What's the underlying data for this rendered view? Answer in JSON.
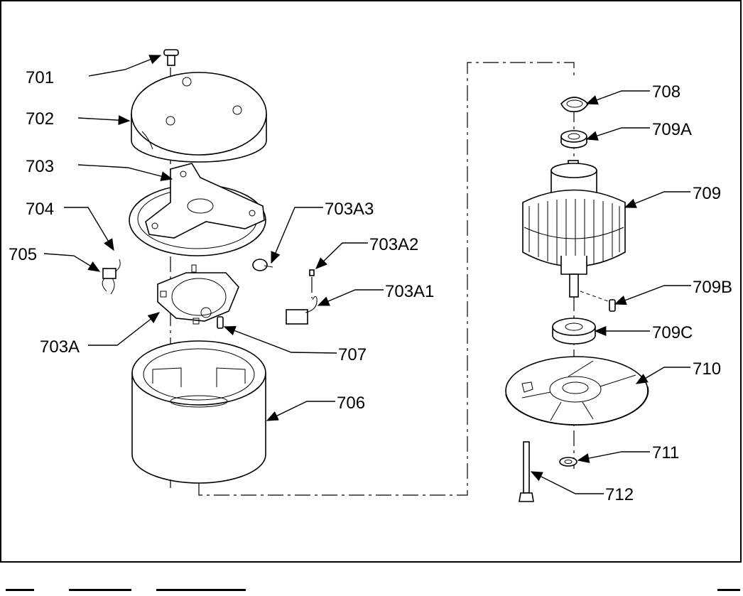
{
  "labels": {
    "l701": "701",
    "l702": "702",
    "l703": "703",
    "l704": "704",
    "l705": "705",
    "l703A3": "703A3",
    "l703A2": "703A2",
    "l703A1": "703A1",
    "l703A": "703A",
    "l707": "707",
    "l706": "706",
    "l708": "708",
    "l709A": "709A",
    "l709": "709",
    "l709B": "709B",
    "l709C": "709C",
    "l710": "710",
    "l711": "711",
    "l712": "712"
  }
}
